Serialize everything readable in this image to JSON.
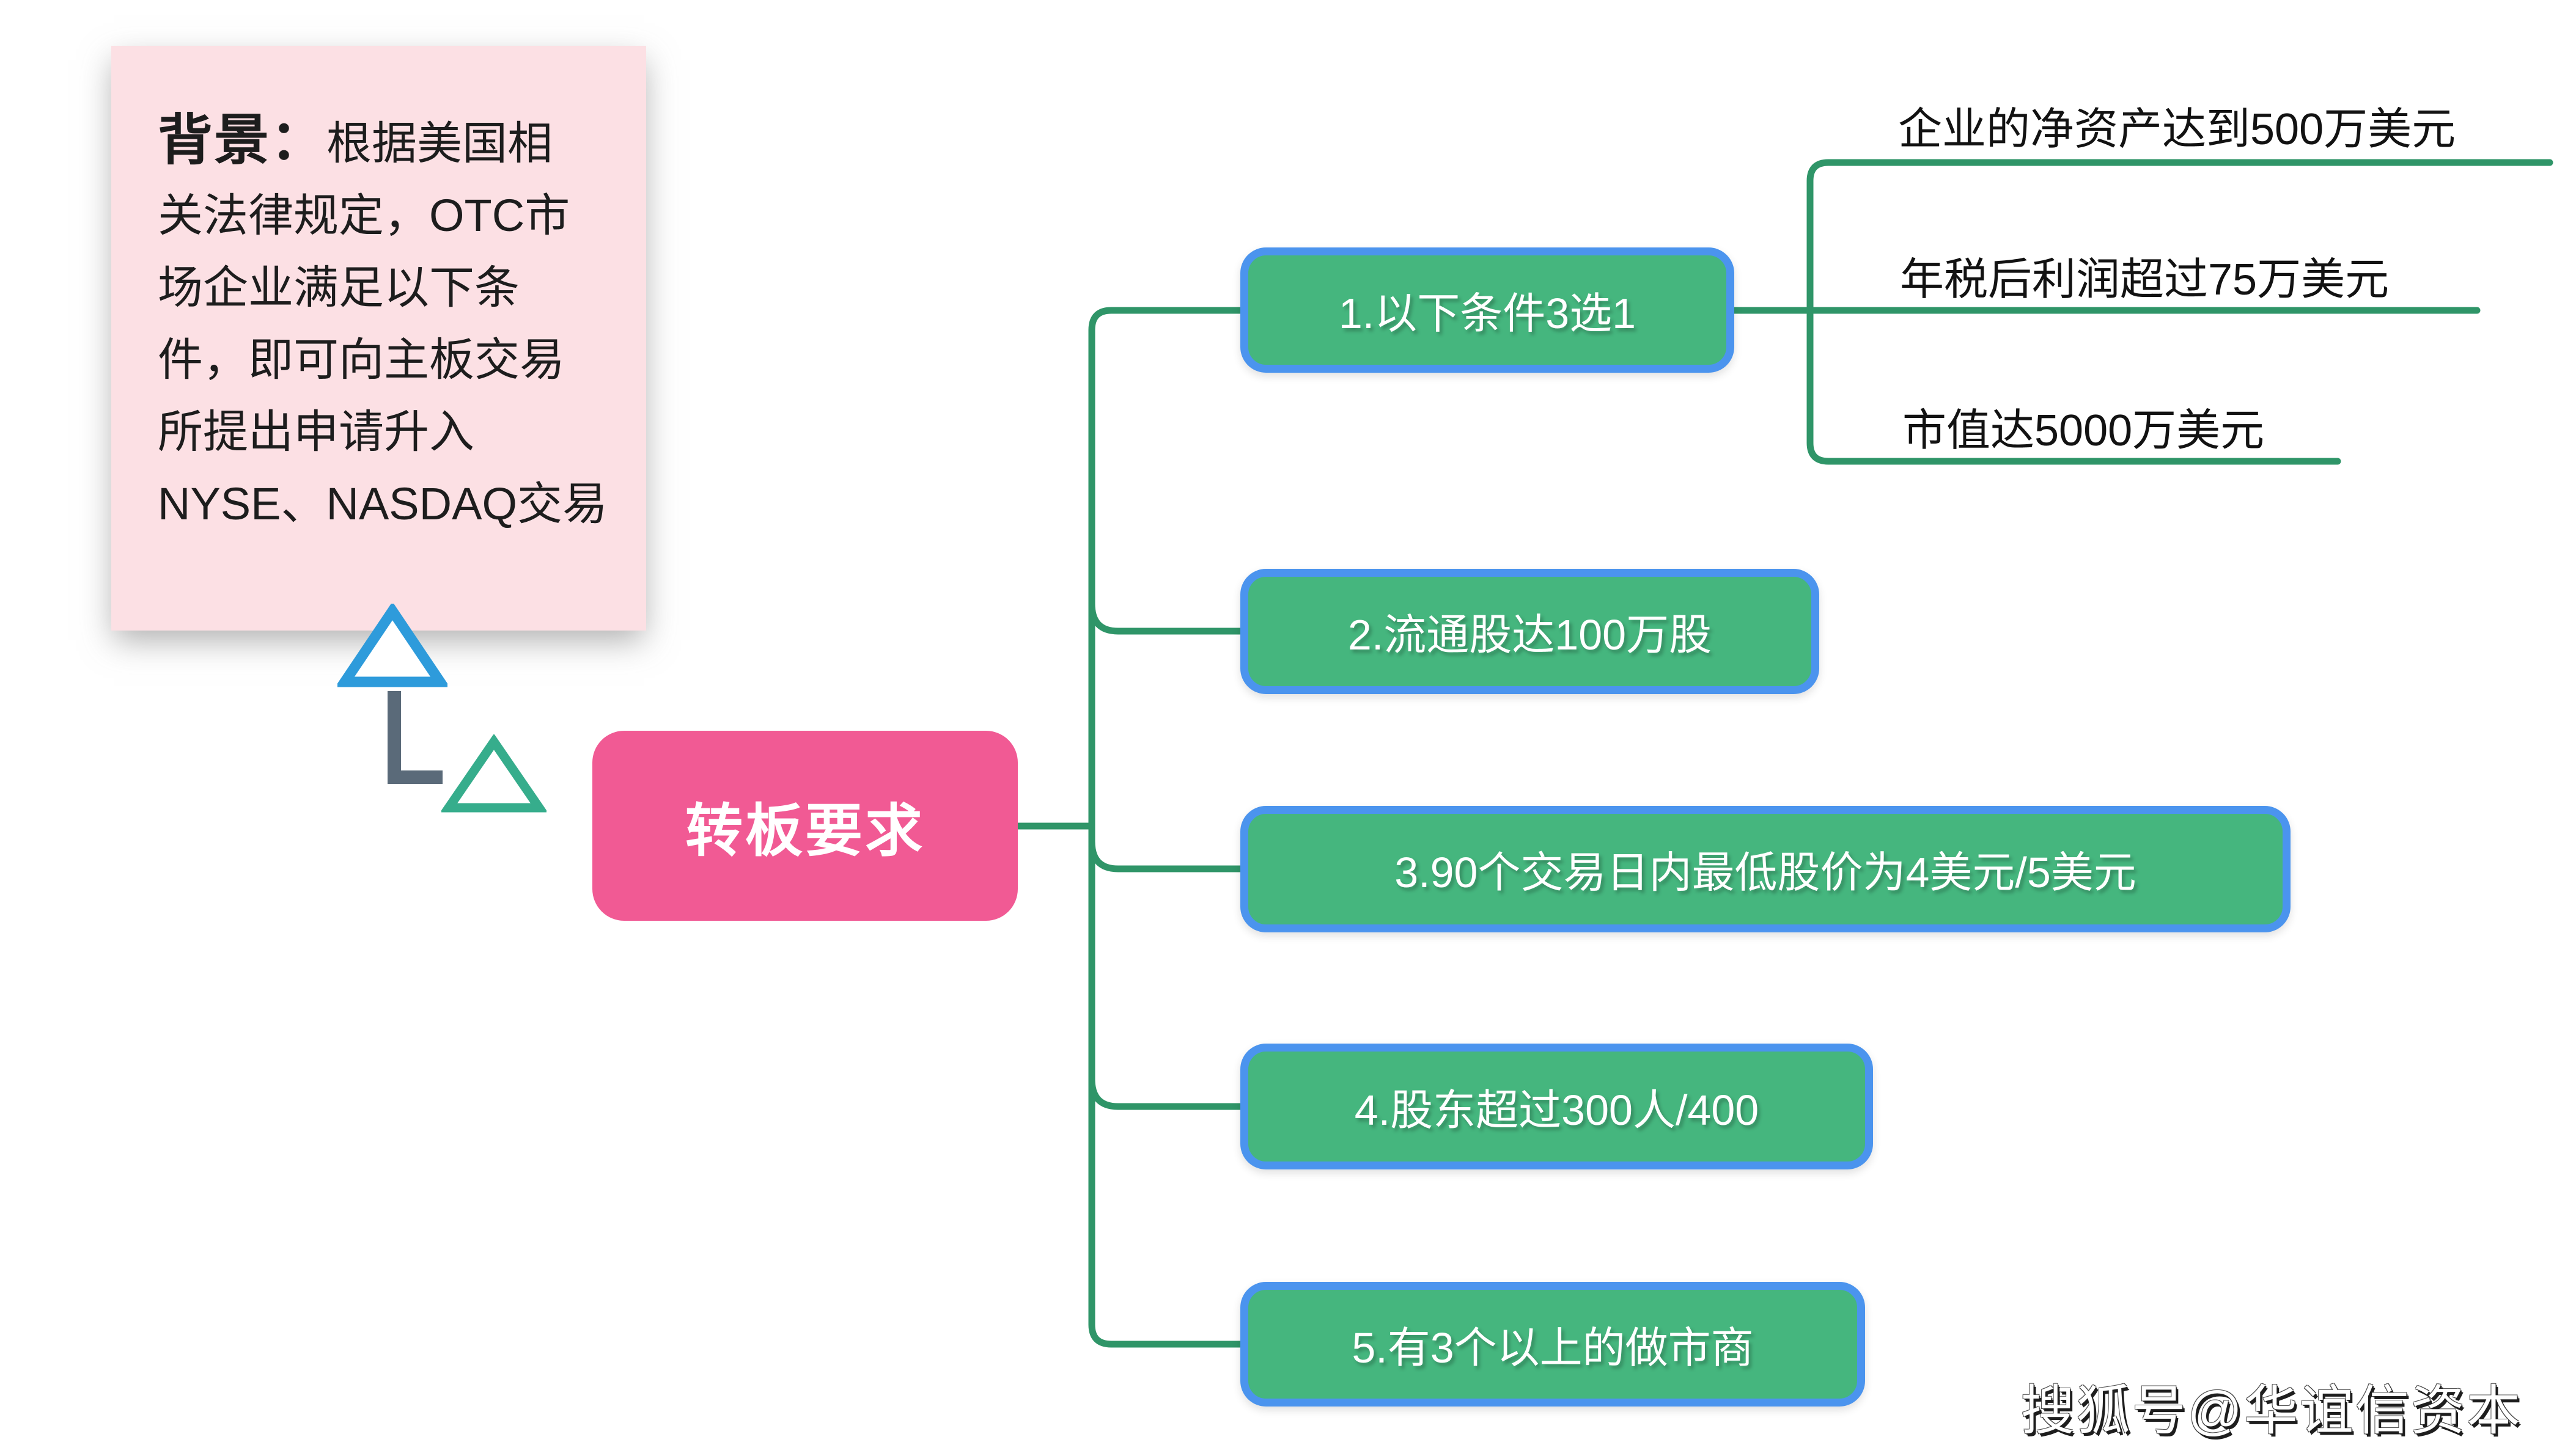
{
  "background_box": {
    "title": "背景：",
    "lines": [
      "根据美国相",
      "关法律规定，OTC市",
      "场企业满足以下条",
      "件，即可向主板交易",
      "所提出申请升入",
      "NYSE、NASDAQ交易"
    ]
  },
  "root": {
    "label": "转板要求"
  },
  "branches": [
    {
      "label": "1.以下条件3选1",
      "children": [
        "企业的净资产达到500万美元",
        "年税后利润超过75万美元",
        "市值达5000万美元"
      ]
    },
    {
      "label": "2.流通股达100万股"
    },
    {
      "label": "3.90个交易日内最低股价为4美元/5美元"
    },
    {
      "label": "4.股东超过300人/400"
    },
    {
      "label": "5.有3个以上的做市商"
    }
  ],
  "watermark": {
    "text": "搜狐号@华谊信资本"
  },
  "colors": {
    "node_fill": "#45B67E",
    "node_border": "#4B94EE",
    "connector_line": "#2F9568",
    "root_fill": "#F15A94",
    "background_box_fill": "#FCE0E4",
    "triangle_blue": "#2E9BDB",
    "triangle_green": "#36AD8C",
    "bracket_gray": "#5A6A79",
    "text_dark": "#1d1d1d",
    "text_white": "#ffffff"
  }
}
